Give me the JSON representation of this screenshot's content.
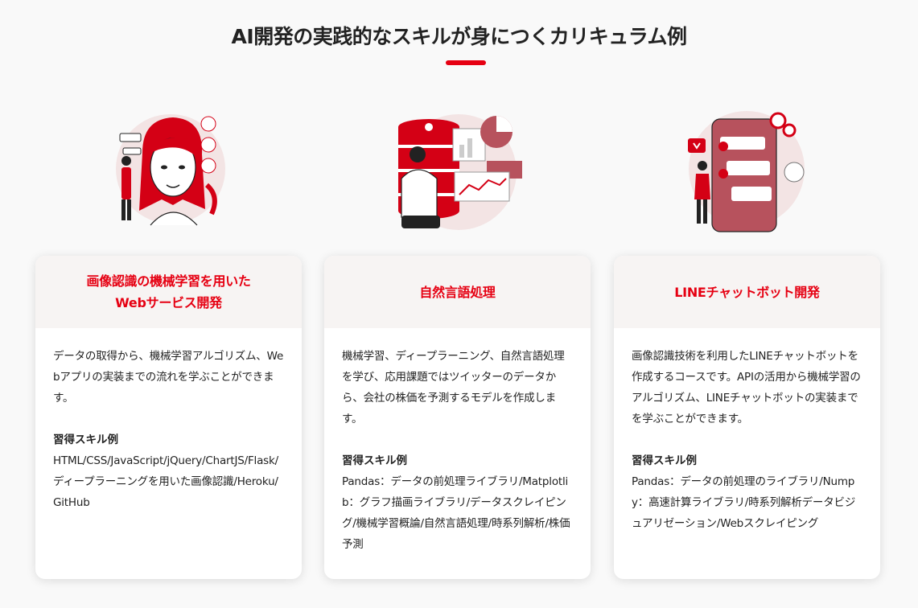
{
  "section": {
    "title": "AI開発の実践的なスキルが身につくカリキュラム例"
  },
  "colors": {
    "accent": "#e60012",
    "card_head_bg": "#f7f4f3",
    "illustration_pink": "#f3e4e4",
    "illustration_rose": "#b7525d"
  },
  "cards": [
    {
      "illustration": "face-recognition-illustration",
      "title": "画像認識の機械学習を用いた\nWebサービス開発",
      "description": "データの取得から、機械学習アルゴリズム、Webアプリの実装までの流れを学ぶことができます。",
      "skills_heading": "習得スキル例",
      "skills": "HTML/CSS/JavaScript/jQuery/ChartJS/Flask/ディープラーニングを用いた画像認識/Heroku/GitHub"
    },
    {
      "illustration": "data-analysis-illustration",
      "title": "自然言語処理",
      "description": "機械学習、ディープラーニング、自然言語処理を学び、応用課題ではツイッターのデータから、会社の株価を予測するモデルを作成します。",
      "skills_heading": "習得スキル例",
      "skills": "Pandas：データの前処理ライブラリ/Matplotlib：グラフ描画ライブラリ/データスクレイピング/機械学習概論/自然言語処理/時系列解析/株価予測"
    },
    {
      "illustration": "chatbot-illustration",
      "title": "LINEチャットボット開発",
      "description": "画像認識技術を利用したLINEチャットボットを作成するコースです。APIの活用から機械学習のアルゴリズム、LINEチャットボットの実装までを学ぶことができます。",
      "skills_heading": "習得スキル例",
      "skills": "Pandas：データの前処理のライブラリ/Numpy：高速計算ライブラリ/時系列解析データビジュアリゼーション/Webスクレイピング"
    }
  ]
}
